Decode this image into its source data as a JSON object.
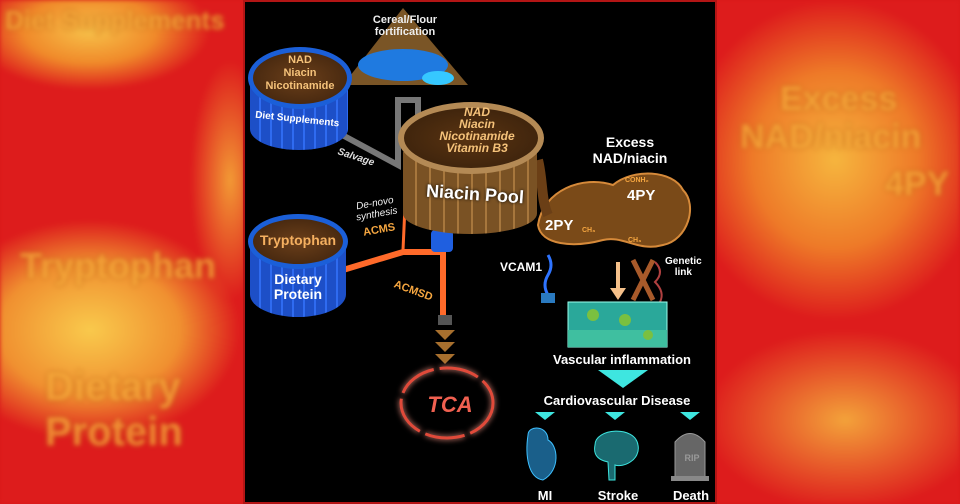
{
  "sources": {
    "supplements": {
      "contents": [
        "NAD",
        "Niacin",
        "Nicotinamide"
      ],
      "label": "Diet Supplements"
    },
    "fortification": {
      "label_line1": "Cereal/Flour",
      "label_line2": "fortification"
    },
    "protein": {
      "contents": "Tryptophan",
      "label_line1": "Dietary",
      "label_line2": "Protein"
    }
  },
  "pathways": {
    "salvage": "Salvage",
    "denovo_line1": "De-novo",
    "denovo_line2": "synthesis",
    "acms": "ACMS",
    "acmsd": "ACMSD",
    "tca": "TCA"
  },
  "pool": {
    "contents": [
      "NAD",
      "Niacin",
      "Nicotinamide",
      "Vitamin B3"
    ],
    "label": "Niacin Pool"
  },
  "excess": {
    "line1": "Excess",
    "line2": "NAD/niacin",
    "metabolite_a": "2PY",
    "metabolite_b": "4PY",
    "group_conh2": "CONH₂",
    "group_ch3": "CH₃"
  },
  "mechanism": {
    "vcam1": "VCAM1",
    "genetic_line1": "Genetic",
    "genetic_line2": "link",
    "inflammation": "Vascular inflammation",
    "disease": "Cardiovascular Disease"
  },
  "outcomes": [
    {
      "label": "MI"
    },
    {
      "label": "Stroke"
    },
    {
      "label": "Death",
      "tomb_text": "RIP"
    }
  ],
  "colors": {
    "accent_orange": "#f5a640",
    "cyan": "#3ee6e0",
    "barrel_blue": "#1b5fd8",
    "frame_red": "#b31515"
  }
}
